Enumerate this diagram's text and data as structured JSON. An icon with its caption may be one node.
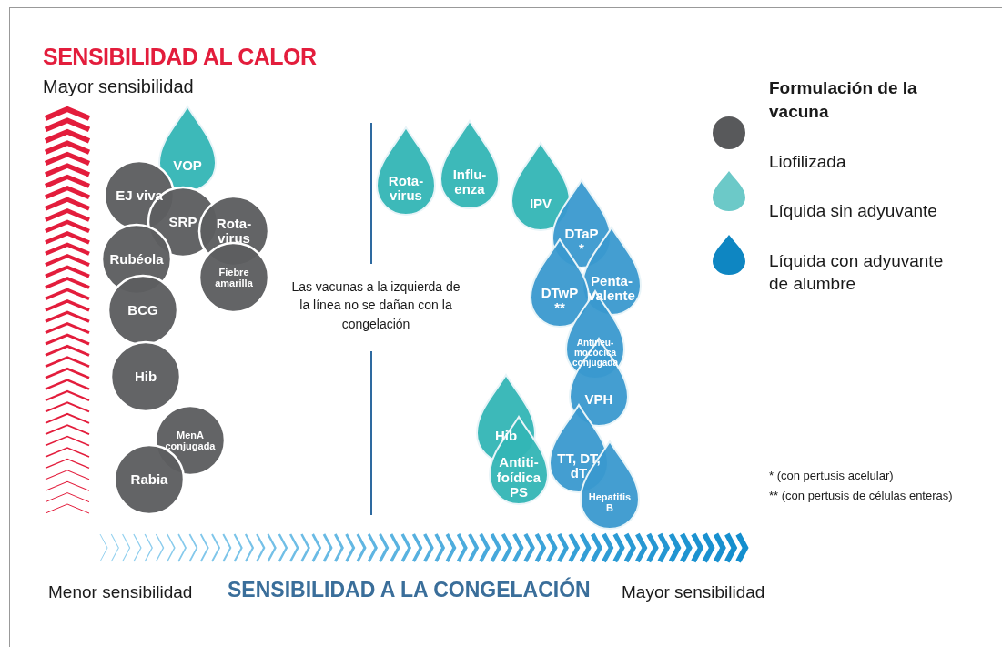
{
  "diagram": {
    "title": "SENSIBILIDAD AL CALOR",
    "nodes": [
      {
        "text": [
          "VOP"
        ]
      },
      {
        "text": [
          "EJ viva"
        ]
      },
      {
        "text": [
          "SRP"
        ]
      },
      {
        "text": [
          "Rota-virus"
        ]
      },
      {
        "text": [
          "Rubéola"
        ]
      },
      {
        "text": [
          "Fiebre amarilla"
        ]
      },
      {
        "text": [
          "BCG"
        ]
      },
      {
        "text": [
          "Hib"
        ]
      },
      {
        "text": [
          "MenA conjugada"
        ]
      },
      {
        "text": [
          "Rabia"
        ]
      },
      {
        "text": [
          "Rota-virus"
        ]
      },
      {
        "text": [
          "Influ-enza"
        ]
      },
      {
        "text": [
          "IPV"
        ]
      },
      {
        "text": [
          "DTaP",
          "*"
        ]
      },
      {
        "text": [
          "Penta-valente"
        ]
      },
      {
        "text": [
          "DTwP",
          "**"
        ]
      },
      {
        "text": [
          "Antineu-mocócica conjugada"
        ]
      },
      {
        "text": [
          "VPH"
        ]
      },
      {
        "text": [
          "Hib"
        ]
      },
      {
        "text": [
          "Antiti-foídica PS"
        ]
      },
      {
        "text": [
          "TT, DT, dT"
        ]
      },
      {
        "text": [
          "Hepatitis B"
        ]
      }
    ],
    "labels": [
      "Mayor sensibilidad",
      "Formulación de la vacuna",
      "Las vacunas a la izquierda de la línea no se dañan con la congelación",
      "* (con pertusis acelular)",
      "** (con pertusis de células enteras)",
      "Menor sensibilidad",
      "SENSIBILIDAD A LA CONGELACIÓN",
      "Mayor sensibilidad"
    ],
    "legend": [
      {
        "text": "Liofilizada",
        "color": "#58595b"
      },
      {
        "text": "Líquida sin adyuvante",
        "color": "#6cc9c8"
      },
      {
        "text": "Líquida con adyuvante de alumbre",
        "color": "#0e86c2"
      }
    ]
  }
}
